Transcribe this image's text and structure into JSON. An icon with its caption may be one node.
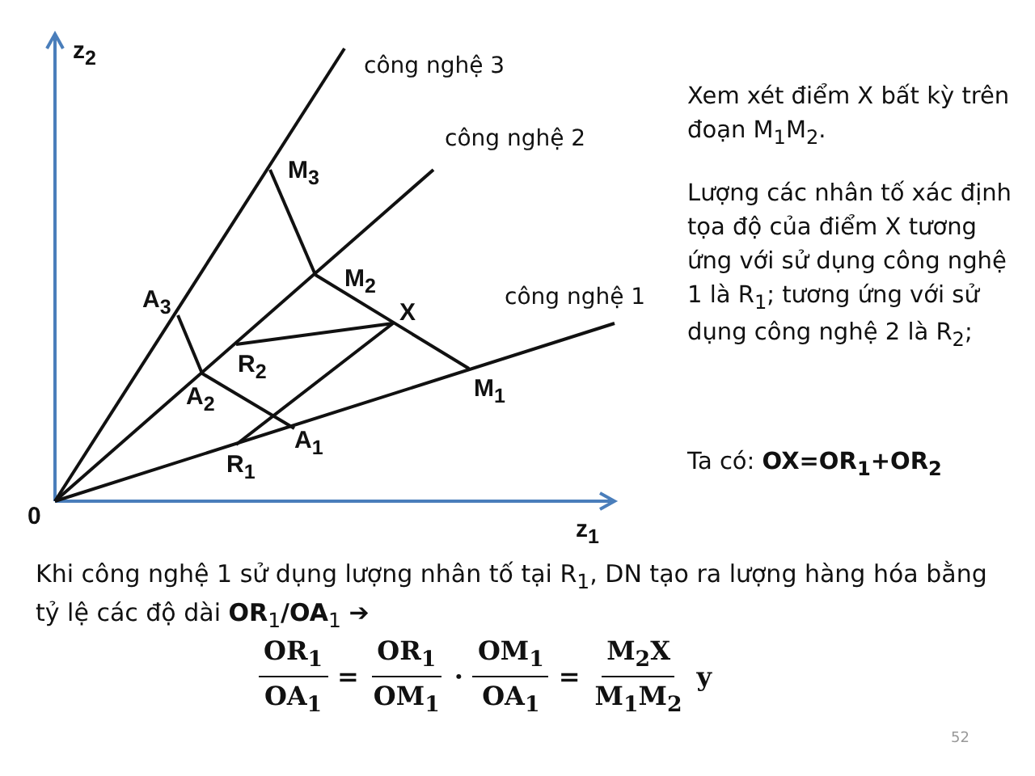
{
  "diagram": {
    "labels": [
      "z$_{2}$",
      "công nghệ 3",
      "công nghệ 2",
      "công nghệ 1",
      "M$_{3}$",
      "M$_{2}$",
      "X",
      "M$_{1}$",
      "A$_{3}$",
      "A$_{2}$",
      "A$_{1}$",
      "R$_{2}$",
      "R$_{1}$",
      "0",
      "z$_{1}$",
      "Xem xét điểm X bất kỳ trên đoạn M$_{1}$M$_{2}$.",
      "Lượng các nhân tố xác định tọa độ của điểm X tương ứng với sử dụng công nghệ 1 là R$_{1}$; tương ứng với sử dụng công nghệ 2 là R$_{2}$;",
      "Ta có: **OX=OR$_{1}$+OR$_{2}$**",
      "Khi công nghệ 1 sử dụng lượng nhân tố tại R$_{1}$, DN tạo ra lượng hàng hóa bằng tỷ lệ các độ dài **OR**$_{1}$**/OA**$_{1}$ **➔**",
      "OR$_{1}$",
      "OA$_{1}$",
      "=",
      "OR$_{1}$",
      "OM$_{1}$",
      "·",
      "OM$_{1}$",
      "OA$_{1}$",
      "=",
      "M$_{2}$X",
      "M$_{1}$M$_{2}$",
      "y",
      "52"
    ]
  }
}
